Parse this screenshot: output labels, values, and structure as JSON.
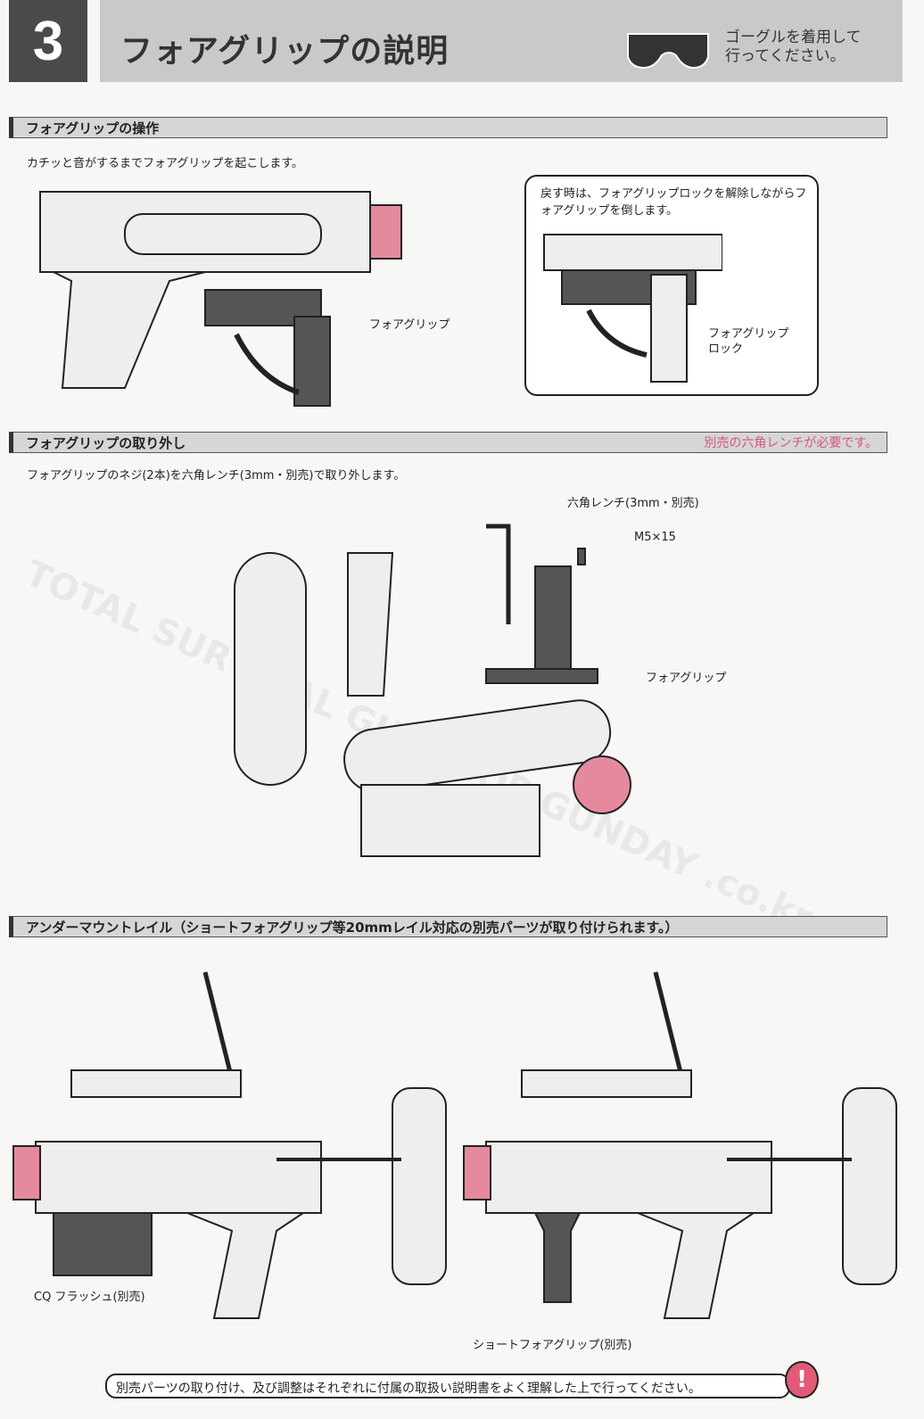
{
  "header": {
    "step": "3",
    "title": "フォアグリップの説明",
    "goggle_note": [
      "ゴーグルを着用して",
      "行ってください。"
    ]
  },
  "section1": {
    "title": "フォアグリップの操作",
    "instruction": "カチッと音がするまでフォアグリップを起こします。",
    "label_foregrip": "フォアグリップ",
    "callout": {
      "text": "戻す時は、フォアグリップロックを解除しながらフォアグリップを倒します。",
      "label_lock": [
        "フォアグリップ",
        "ロック"
      ]
    }
  },
  "section2": {
    "title": "フォアグリップの取り外し",
    "requirement": "別売の六角レンチが必要です。",
    "instruction": "フォアグリップのネジ(2本)を六角レンチ(3mm・別売)で取り外します。",
    "label_wrench": "六角レンチ(3mm・別売)",
    "label_screw": "M5×15",
    "label_foregrip": "フォアグリップ"
  },
  "section3": {
    "title": "アンダーマウントレイル（ショートフォアグリップ等20mmレイル対応の別売パーツが取り付けられます。）",
    "label_flash": "CQ フラッシュ(別売)",
    "label_short_grip": "ショートフォアグリップ(別売)"
  },
  "footer": {
    "note": "別売パーツの取り付け、及び調整はそれぞれに付属の取扱い説明書をよく理解した上で行ってください。",
    "warning_symbol": "!"
  },
  "watermark": "TOTAL SURVIVAL GUNSHOP GUNDAY .co.kr"
}
